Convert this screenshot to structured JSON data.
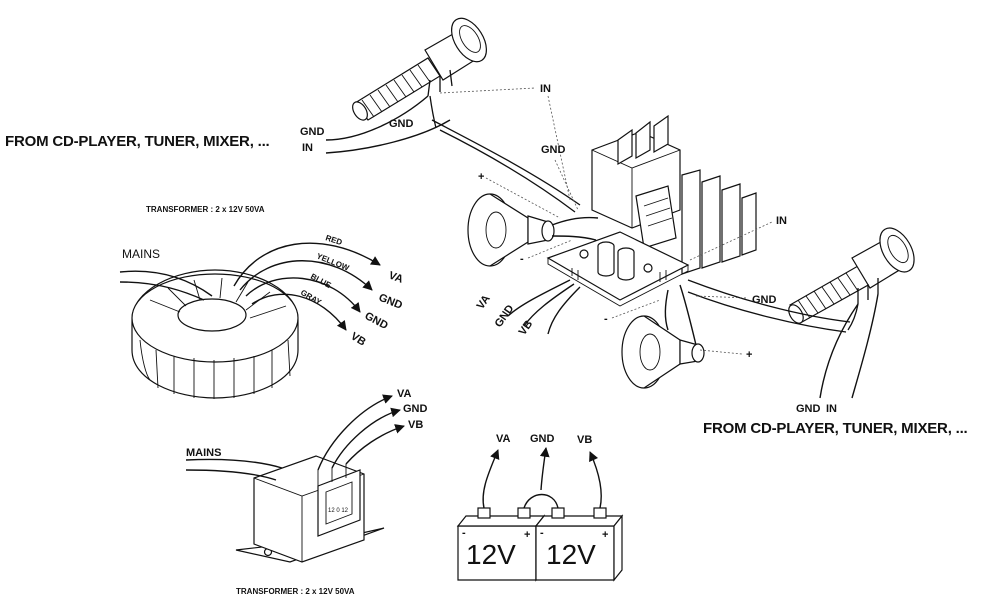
{
  "source_labels": {
    "left": "FROM CD-PLAYER, TUNER, MIXER, ...",
    "right": "FROM CD-PLAYER, TUNER, MIXER, ..."
  },
  "wires": {
    "gnd": "GND",
    "in": "IN",
    "plus": "+",
    "minus": "-"
  },
  "board_labels": {
    "va": "VA",
    "gnd": "GND",
    "vb": "VB"
  },
  "toroidal": {
    "title": "TRANSFORMER : 2 x 12V  50VA",
    "mains": "MAINS",
    "wires": [
      {
        "color_name": "RED",
        "target": "VA"
      },
      {
        "color_name": "YELLOW",
        "target": "GND"
      },
      {
        "color_name": "BLUE",
        "target": "GND"
      },
      {
        "color_name": "GRAY",
        "target": "VB"
      }
    ]
  },
  "box_transformer": {
    "title": "TRANSFORMER : 2 x 12V  50VA",
    "mains": "MAINS",
    "outputs": [
      "VA",
      "GND",
      "VB"
    ],
    "terminal_marks": "12 0 12"
  },
  "batteries": {
    "labels": [
      "VA",
      "GND",
      "VB"
    ],
    "cells": [
      {
        "voltage": "12V",
        "neg": "-",
        "pos": "+"
      },
      {
        "voltage": "12V",
        "neg": "-",
        "pos": "+"
      }
    ]
  }
}
